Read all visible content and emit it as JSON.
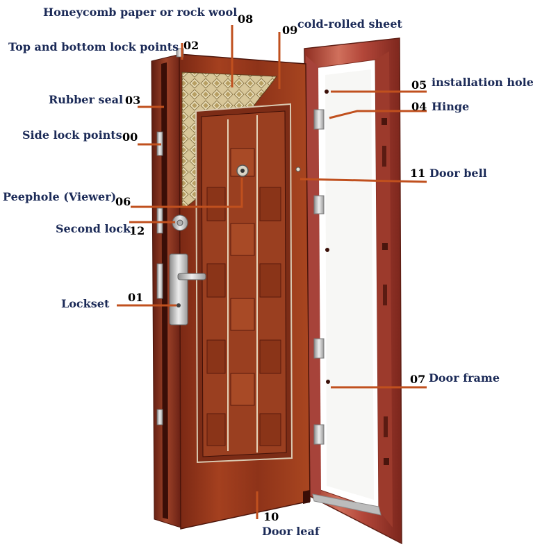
{
  "colors": {
    "label_text": "#1b2a57",
    "number_text": "#000000",
    "leader_line": "#c0501e",
    "wood_dark": "#6e2414",
    "wood_mid": "#9a3a1e",
    "wood_light": "#b5522c",
    "frame_red": "#b8483a",
    "metal": "#c9c9c9"
  },
  "callouts": [
    {
      "id": "honeycomb",
      "label": "Honeycomb paper or rock wool",
      "number": "08"
    },
    {
      "id": "cold-rolled",
      "label": "cold-rolled sheet",
      "number": "09"
    },
    {
      "id": "top-bottom-lock",
      "label": "Top and bottom lock points",
      "number": "02"
    },
    {
      "id": "installation-hole",
      "label": "installation hole",
      "number": "05"
    },
    {
      "id": "rubber-seal",
      "label": "Rubber seal",
      "number": "03"
    },
    {
      "id": "hinge",
      "label": "Hinge",
      "number": "04"
    },
    {
      "id": "side-lock",
      "label": "Side lock points",
      "number": "00"
    },
    {
      "id": "door-bell",
      "label": "Door bell",
      "number": "11"
    },
    {
      "id": "peephole",
      "label": "Peephole (Viewer)",
      "number": "06"
    },
    {
      "id": "second-lock",
      "label": "Second lock",
      "number": "12"
    },
    {
      "id": "lockset",
      "label": "Lockset",
      "number": "01"
    },
    {
      "id": "door-frame",
      "label": "Door frame",
      "number": "07"
    },
    {
      "id": "door-leaf",
      "label": "Door leaf",
      "number": "10"
    }
  ]
}
